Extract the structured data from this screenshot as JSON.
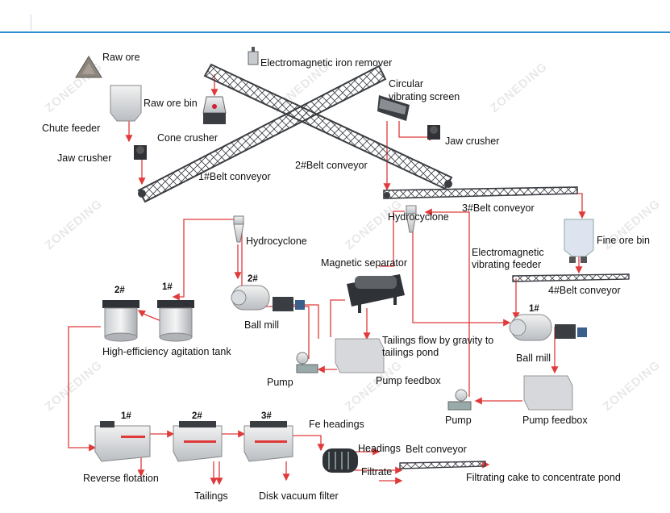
{
  "watermark": "ZONEDING",
  "colors": {
    "flow": "#e03a3a",
    "steel": "#3a3d42",
    "accent": "#2e8fd0"
  },
  "labels": {
    "raw_ore": "Raw ore",
    "raw_ore_bin": "Raw ore bin",
    "chute_feeder": "Chute feeder",
    "jaw_crusher_1": "Jaw crusher",
    "cone_crusher": "Cone crusher",
    "em_iron_remover": "Electromagnetic iron remover",
    "circular_screen": "Circular\nvibrating screen",
    "jaw_crusher_2": "Jaw crusher",
    "belt_conveyor_1": "1#Belt conveyor",
    "belt_conveyor_2": "2#Belt conveyor",
    "belt_conveyor_3": "3#Belt conveyor",
    "hydrocyclone_a": "Hydrocyclone",
    "fine_ore_bin": "Fine ore bin",
    "em_vib_feeder": "Electromagnetic\nvibrating feeder",
    "belt_conveyor_4": "4#Belt conveyor",
    "hydrocyclone_b": "Hydrocyclone",
    "magnetic_separator": "Magnetic separator",
    "ball_mill_2_num": "2#",
    "ball_mill_2": "Ball mill",
    "ball_mill_1_num": "1#",
    "ball_mill_1": "Ball mill",
    "tank_2_num": "2#",
    "tank_1_num": "1#",
    "agitation_tank": "High-efficiency agitation tank",
    "tailings_flow": "Tailings flow by gravity to\ntailings pond",
    "pump_a": "Pump",
    "pump_feedbox_a": "Pump feedbox",
    "pump_b": "Pump",
    "pump_feedbox_b": "Pump feedbox",
    "flot_1_num": "1#",
    "flot_2_num": "2#",
    "flot_3_num": "3#",
    "reverse_flotation": "Reverse flotation",
    "tailings": "Tailings",
    "fe_headings": "Fe headings",
    "headings": "Headings",
    "belt_conveyor_5": "Belt conveyor",
    "filtrate": "Filtrate",
    "disk_vacuum_filter": "Disk vacuum filter",
    "filtrating_cake": "Filtrating cake to concentrate pond"
  }
}
